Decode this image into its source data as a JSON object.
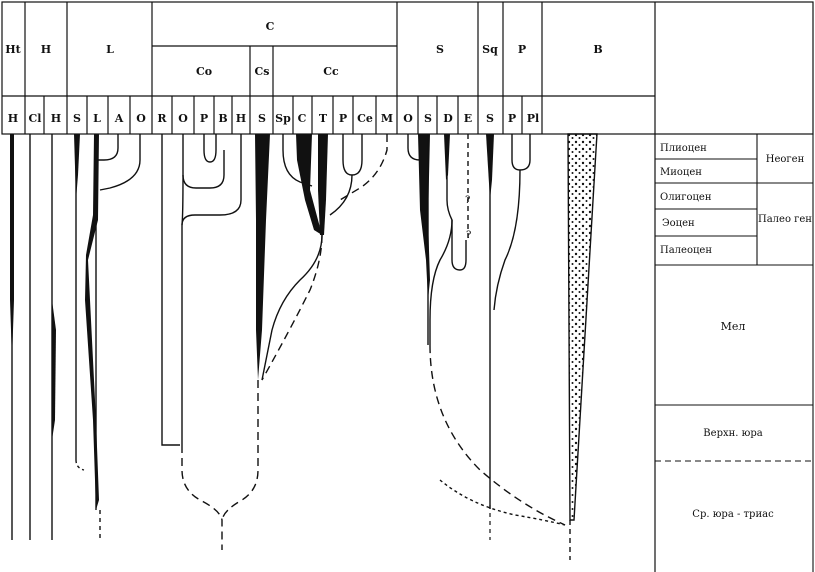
{
  "top_groups": [
    "Ht",
    "H",
    "L",
    "C",
    "Co",
    "Cs",
    "Cc",
    "S",
    "Sq",
    "P",
    "B"
  ],
  "columns": [
    "H",
    "Cl",
    "H",
    "S",
    "L",
    "A",
    "O",
    "R",
    "O",
    "P",
    "B",
    "H",
    "S",
    "Sp",
    "C",
    "T",
    "P",
    "Ce",
    "M",
    "O",
    "S",
    "D",
    "E",
    "S",
    "P",
    "Pl"
  ],
  "periods": {
    "pliocene": "Плиоцен",
    "miocene": "Миоцен",
    "neogene": "Неоген",
    "oligocene": "Олигоцен",
    "eocene": "Эоцен",
    "paleocene": "Палеоцен",
    "paleogene": "Палео ген",
    "cretaceous": "Мел",
    "upper_jurassic": "Верхн. юра",
    "mid_jurassic_triassic": "Ср. юра - триас"
  },
  "question_mark": "?"
}
